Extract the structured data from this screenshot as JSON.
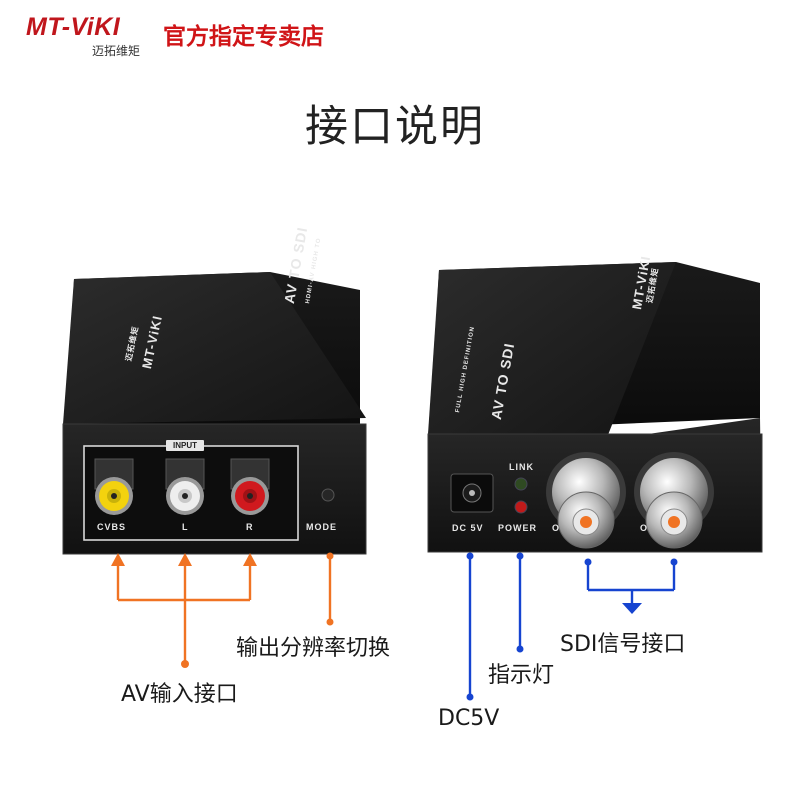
{
  "brand": {
    "logo": "MT-ViKI",
    "logo_cn": "迈拓维矩",
    "store": "官方指定专卖店"
  },
  "title": "接口说明",
  "left_device": {
    "top_print": "AV TO SDI",
    "top_subprint": "HDMI-AV HIGH TO",
    "logo_top": "MT-ViKI",
    "logo_top_cn": "迈拓维矩",
    "panel_badge": "INPUT",
    "ports": [
      {
        "label": "CVBS",
        "color": "#f3d20e"
      },
      {
        "label": "L",
        "color": "#eeeeee"
      },
      {
        "label": "R",
        "color": "#d0191e"
      }
    ],
    "button_label": "MODE"
  },
  "right_device": {
    "top_print": "AV TO SDI",
    "top_subprint": "FULL HIGH DEFINITION",
    "logo_top": "MT-ViKI",
    "logo_top_cn": "迈拓维矩",
    "dc_label": "DC 5V",
    "link_label": "LINK",
    "power_label": "POWER",
    "sdi_cut_labels": [
      "O",
      "O"
    ]
  },
  "callouts": {
    "av_input": "AV输入接口",
    "resolution": "输出分辨率切换",
    "dc": "DC5V",
    "indicator": "指示灯",
    "sdi": "SDI信号接口"
  },
  "colors": {
    "orange": "#f07323",
    "blue": "#1644d0",
    "device": "#1f1f1f"
  }
}
